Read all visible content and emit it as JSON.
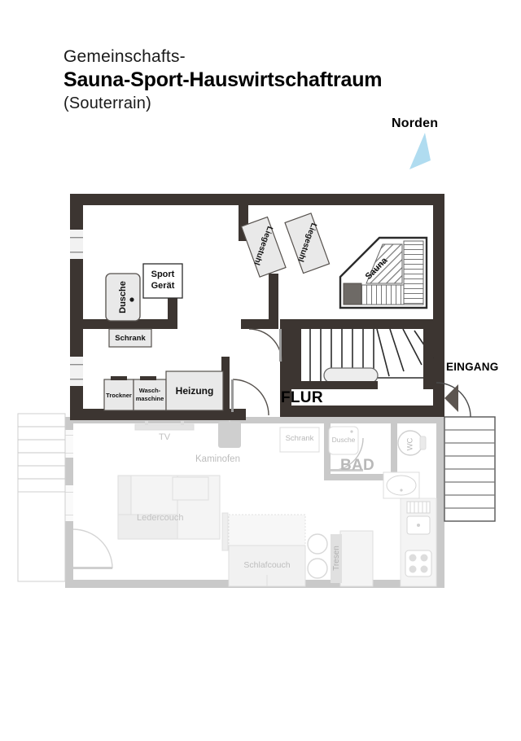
{
  "title": {
    "line1": "Gemeinschafts-",
    "line2": "Sauna-Sport-Hauswirtschaftraum",
    "line3": "(Souterrain)"
  },
  "compass": {
    "label": "Norden",
    "arrow_color": "#b0dcf0",
    "direction": "down-left"
  },
  "colors": {
    "wall_dark": "#3c3531",
    "wall_light": "#c9c9c9",
    "furniture_fill": "#e9e9e9",
    "furniture_stroke": "#55504c",
    "faded_text": "#b5b5b5",
    "faded_stroke": "#dcdcdc",
    "sauna_stove": "#6e6a66",
    "accent_blue": "#b0dcf0"
  },
  "rooms": {
    "flur": "FLUR",
    "bad": "BAD",
    "eingang": "EINGANG"
  },
  "basement_labels": [
    {
      "name": "dusche-sauna",
      "text": "Dusche",
      "rotated": true
    },
    {
      "name": "sport-geraet",
      "text": "Sport\nGerät",
      "rotated": false
    },
    {
      "name": "schrank-upper",
      "text": "Schrank",
      "rotated": false
    },
    {
      "name": "schrank-lower",
      "text": "Schrank",
      "rotated": false
    },
    {
      "name": "liegestuhl-1",
      "text": "Liegestuhl",
      "rotated": true
    },
    {
      "name": "liegestuhl-2",
      "text": "Liegestuhl",
      "rotated": true
    },
    {
      "name": "sauna",
      "text": "Sauna",
      "rotated": true
    },
    {
      "name": "trockner",
      "text": "Trockner",
      "rotated": false
    },
    {
      "name": "waschmaschine",
      "text": "Wasch-\nmaschine",
      "rotated": false
    },
    {
      "name": "heizung",
      "text": "Heizung",
      "rotated": false
    }
  ],
  "furniture": {
    "dusche_sauna": "Dusche",
    "sport_geraet_line1": "Sport",
    "sport_geraet_line2": "Gerät",
    "schrank_upper": "Schrank",
    "schrank_lower": "Schrank",
    "liegestuhl_1": "Liegestuhl",
    "liegestuhl_2": "Liegestuhl",
    "sauna": "Sauna",
    "trockner": "Trockner",
    "waschmaschine_line1": "Wasch-",
    "waschmaschine_line2": "maschine",
    "heizung": "Heizung"
  },
  "groundfloor": {
    "tv": "TV",
    "kaminofen": "Kaminofen",
    "ledercouch": "Ledercouch",
    "schlafcouch": "Schlafcouch",
    "schrank_bad": "Schrank",
    "dusche_bad": "Dusche",
    "wc": "WC",
    "bad": "BAD",
    "tresen": "Tresen"
  }
}
